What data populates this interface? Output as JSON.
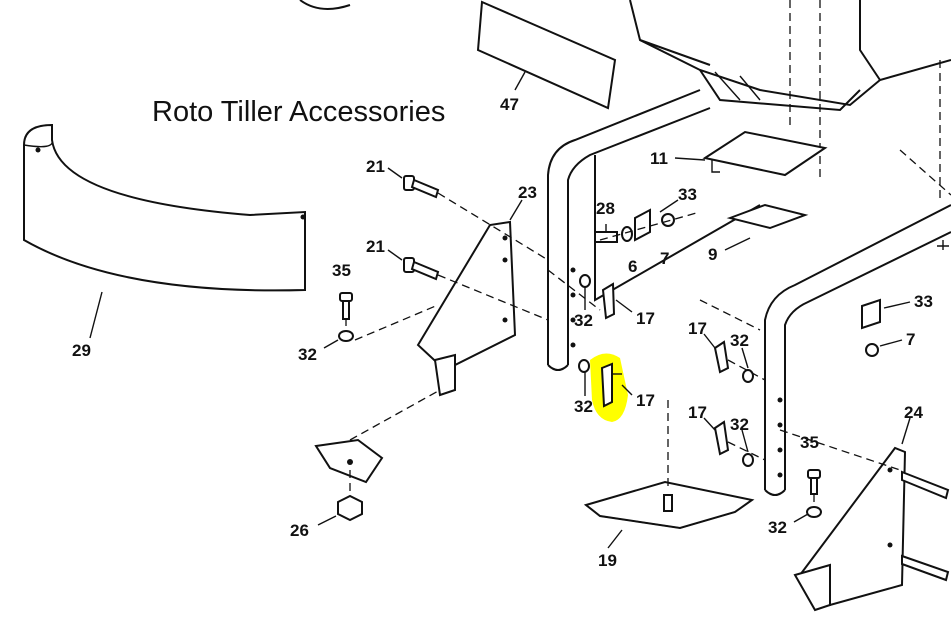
{
  "title": "Roto Tiller Accessories",
  "highlight_color": "#ffff00",
  "callouts": {
    "p47": "47",
    "p11": "11",
    "p33a": "33",
    "p28": "28",
    "p6": "6",
    "p7a": "7",
    "p9": "9",
    "p21a": "21",
    "p23": "23",
    "p21b": "21",
    "p35a": "35",
    "p32a": "32",
    "p29": "29",
    "p32b": "32",
    "p17a": "17",
    "p32c": "32",
    "p17b": "17",
    "p17c": "17",
    "p32d": "32",
    "p33b": "33",
    "p7b": "7",
    "p17d": "17",
    "p32e": "32",
    "p24": "24",
    "p35b": "35",
    "p32f": "32",
    "p26": "26",
    "p19": "19"
  }
}
